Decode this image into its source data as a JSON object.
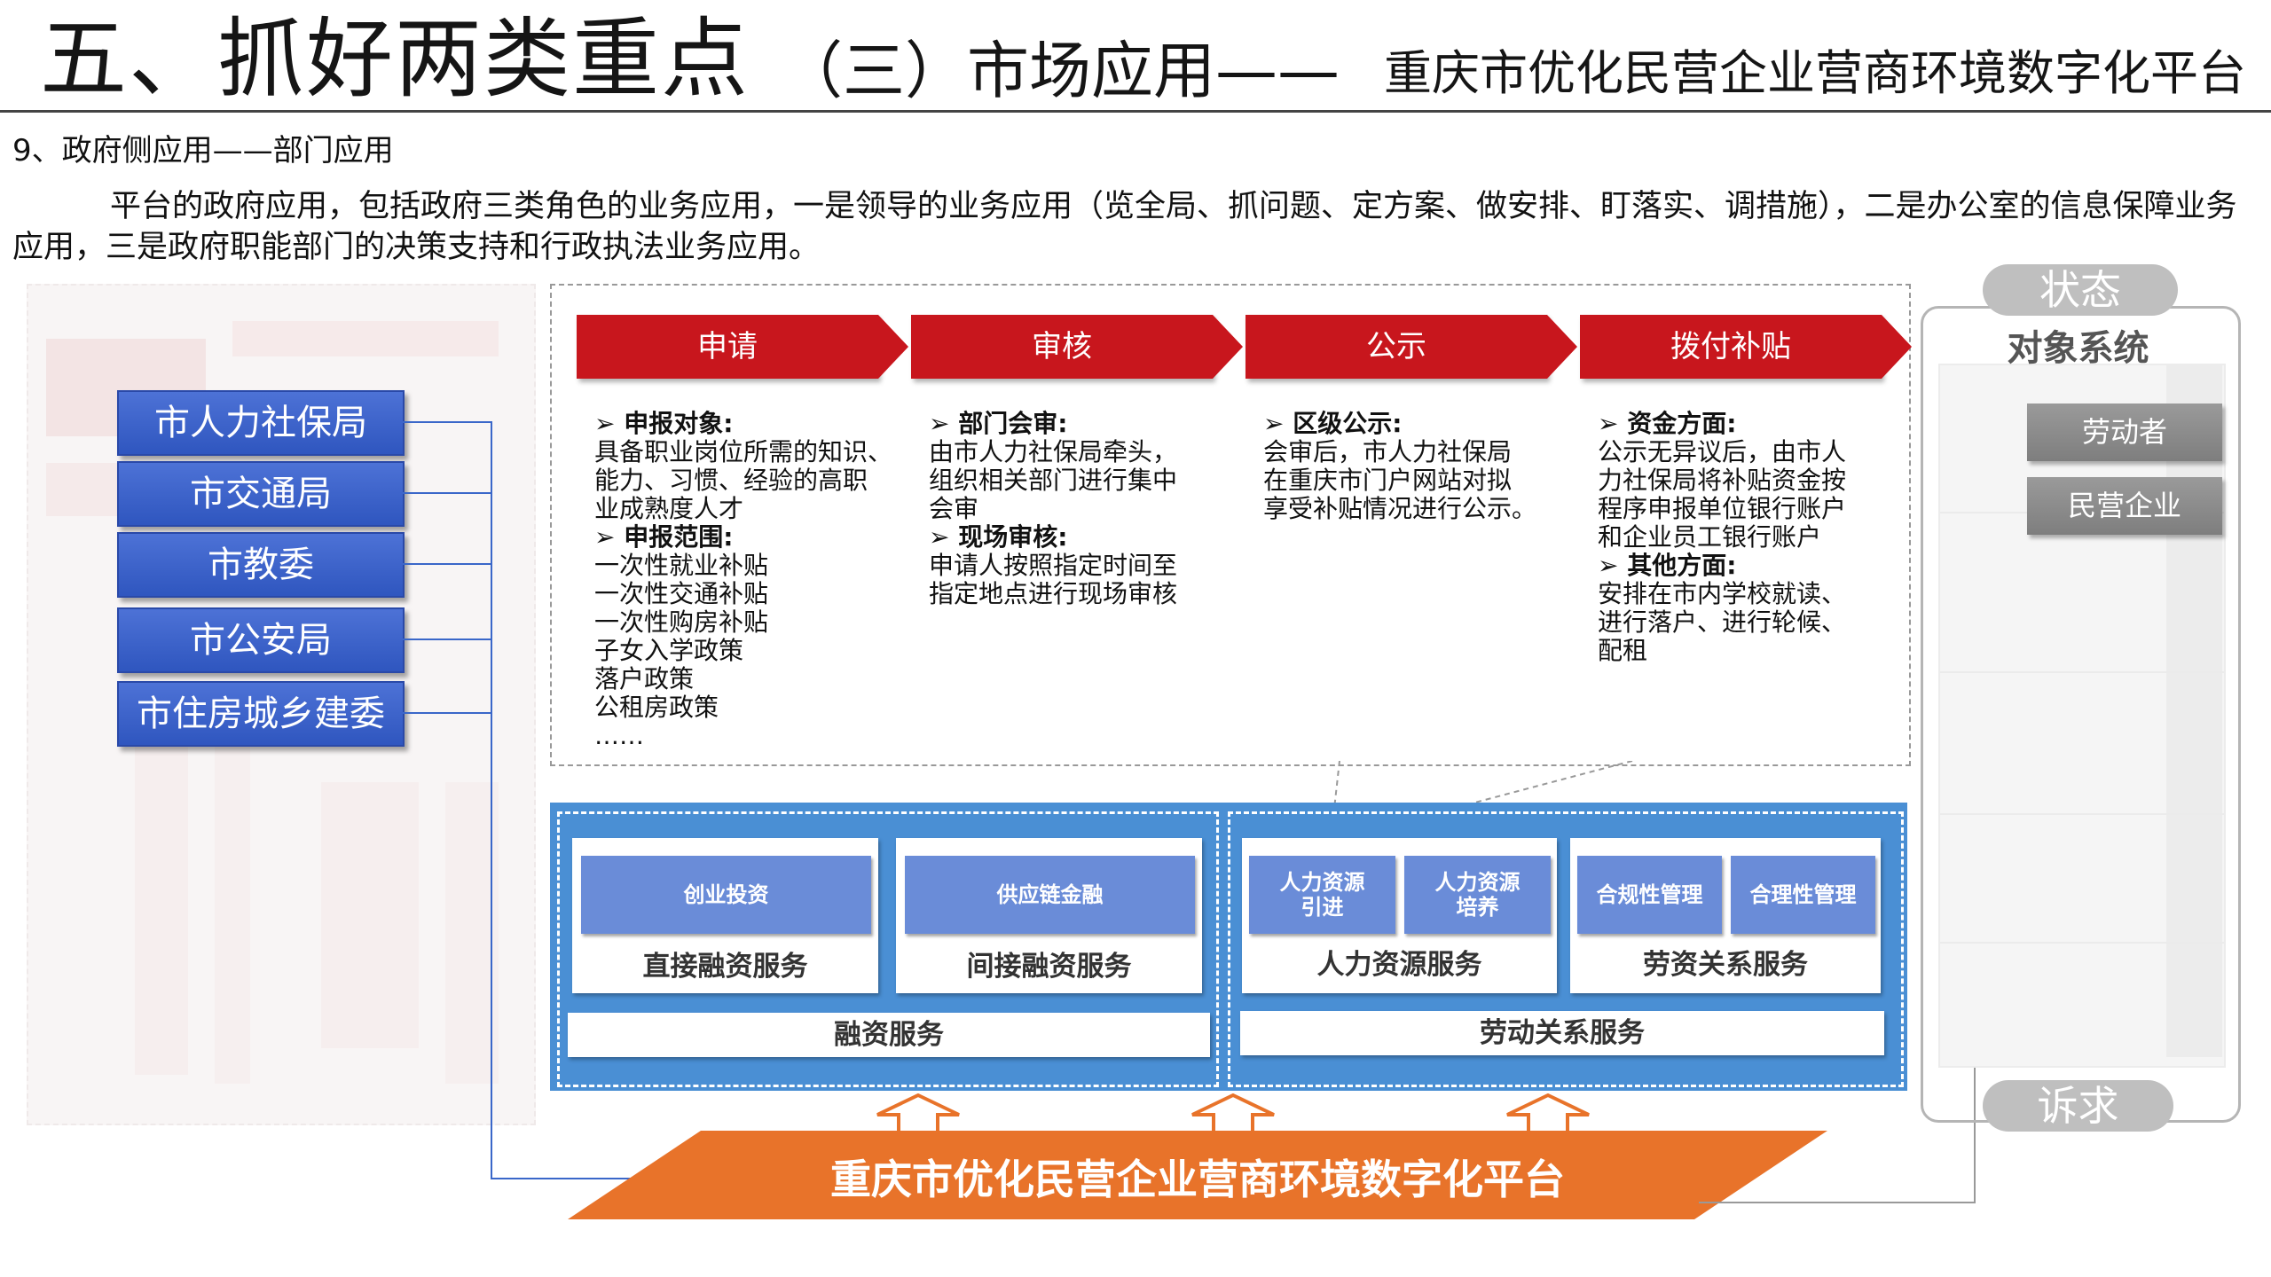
{
  "header": {
    "title_main": "五、抓好两类重点",
    "title_sub": "（三）市场应用——",
    "title_platform": "重庆市优化民营企业营商环境数字化平台"
  },
  "section_heading": "9、政府侧应用——部门应用",
  "intro": "平台的政府应用，包括政府三类角色的业务应用，一是领导的业务应用（览全局、抓问题、定方案、做安排、盯落实、调措施），二是办公室的信息保障业务应用，三是政府职能部门的决策支持和行政执法业务应用。",
  "departments": [
    "市人力社保局",
    "市交通局",
    "市教委",
    "市公安局",
    "市住房城乡建委"
  ],
  "stages": [
    {
      "label": "申请",
      "lines": [
        {
          "bold": true,
          "text": "➢ 申报对象:"
        },
        {
          "bold": false,
          "text": "具备职业岗位所需的知识、"
        },
        {
          "bold": false,
          "text": "能力、习惯、经验的高职"
        },
        {
          "bold": false,
          "text": "业成熟度人才"
        },
        {
          "bold": true,
          "text": "➢ 申报范围:"
        },
        {
          "bold": false,
          "text": "一次性就业补贴"
        },
        {
          "bold": false,
          "text": "一次性交通补贴"
        },
        {
          "bold": false,
          "text": "一次性购房补贴"
        },
        {
          "bold": false,
          "text": "子女入学政策"
        },
        {
          "bold": false,
          "text": "落户政策"
        },
        {
          "bold": false,
          "text": "公租房政策"
        },
        {
          "bold": false,
          "text": "……"
        }
      ]
    },
    {
      "label": "审核",
      "lines": [
        {
          "bold": true,
          "text": "➢ 部门会审:"
        },
        {
          "bold": false,
          "text": "由市人力社保局牵头，"
        },
        {
          "bold": false,
          "text": "组织相关部门进行集中"
        },
        {
          "bold": false,
          "text": "会审"
        },
        {
          "bold": true,
          "text": "➢ 现场审核:"
        },
        {
          "bold": false,
          "text": "申请人按照指定时间至"
        },
        {
          "bold": false,
          "text": "指定地点进行现场审核"
        }
      ]
    },
    {
      "label": "公示",
      "lines": [
        {
          "bold": true,
          "text": "➢ 区级公示:"
        },
        {
          "bold": false,
          "text": "会审后，市人力社保局"
        },
        {
          "bold": false,
          "text": "在重庆市门户网站对拟"
        },
        {
          "bold": false,
          "text": "享受补贴情况进行公示。"
        }
      ]
    },
    {
      "label": "拨付补贴",
      "lines": [
        {
          "bold": true,
          "text": "➢ 资金方面:"
        },
        {
          "bold": false,
          "text": "公示无异议后，由市人"
        },
        {
          "bold": false,
          "text": "力社保局将补贴资金按"
        },
        {
          "bold": false,
          "text": "程序申报单位银行账户"
        },
        {
          "bold": false,
          "text": "和企业员工银行账户"
        },
        {
          "bold": true,
          "text": "➢ 其他方面:"
        },
        {
          "bold": false,
          "text": "安排在市内学校就读、"
        },
        {
          "bold": false,
          "text": "进行落户、进行轮候、"
        },
        {
          "bold": false,
          "text": "配租"
        }
      ]
    }
  ],
  "services": {
    "finance": {
      "band": "融资服务",
      "cards": [
        {
          "inner": "创业投资",
          "label": "直接融资服务"
        },
        {
          "inner": "供应链金融",
          "label": "间接融资服务"
        }
      ]
    },
    "labor": {
      "band": "劳动关系服务",
      "cards": [
        {
          "inners": [
            "人力资源\n引进",
            "人力资源\n培养"
          ],
          "label": "人力资源服务"
        },
        {
          "inners": [
            "合规性管理",
            "合理性管理"
          ],
          "label": "劳资关系服务"
        }
      ]
    }
  },
  "platform": "重庆市优化民营企业营商环境数字化平台",
  "object_system": {
    "status": "状态",
    "title": "对象系统",
    "appeal": "诉求",
    "items": [
      "劳动者",
      "民营企业"
    ]
  },
  "colors": {
    "dept_blue": "#3a62cc",
    "stage_red": "#c8161d",
    "service_blue": "#4a8fd4",
    "platform_orange": "#e8732a",
    "grey": "#8c8c8c"
  }
}
